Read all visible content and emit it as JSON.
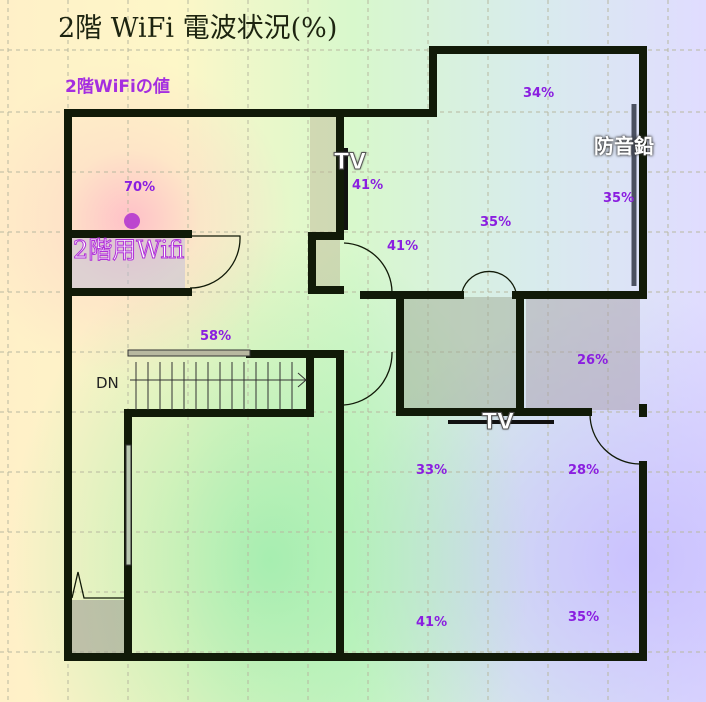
{
  "title": "2階 WiFi 電波状況(%)",
  "subtitle": "2階WiFiの値",
  "router_label": "2階用Wifi",
  "lead_label": "防音鉛",
  "stairs_label": "DN",
  "tv_labels": [
    "TV",
    "TV"
  ],
  "readings": {
    "r70": "70%",
    "r41a": "41%",
    "r41b": "41%",
    "r34": "34%",
    "r35a": "35%",
    "r35b": "35%",
    "r58": "58%",
    "r26": "26%",
    "r33": "33%",
    "r28": "28%",
    "r41c": "41%",
    "r35c": "35%"
  },
  "colors": {
    "wall": "#111a08",
    "accent": "#8a1ee0"
  }
}
